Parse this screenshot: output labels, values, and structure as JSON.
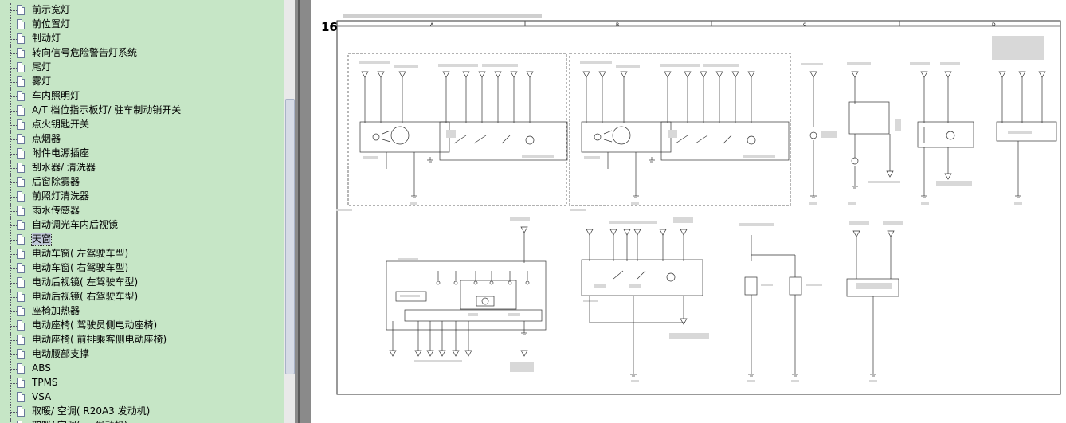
{
  "sidebar": {
    "items": [
      {
        "label": "前示宽灯"
      },
      {
        "label": "前位置灯"
      },
      {
        "label": "制动灯"
      },
      {
        "label": "转向信号危险警告灯系统"
      },
      {
        "label": "尾灯"
      },
      {
        "label": "雾灯"
      },
      {
        "label": "车内照明灯"
      },
      {
        "label": "A/T 档位指示板灯/ 驻车制动销开关"
      },
      {
        "label": "点火钥匙开关"
      },
      {
        "label": "点烟器"
      },
      {
        "label": "附件电源插座"
      },
      {
        "label": "刮水器/ 清洗器"
      },
      {
        "label": "后窗除雾器"
      },
      {
        "label": "前照灯清洗器"
      },
      {
        "label": "雨水传感器"
      },
      {
        "label": "自动调光车内后视镜"
      },
      {
        "label": "天窗",
        "selected": true
      },
      {
        "label": "电动车窗( 左驾驶车型)"
      },
      {
        "label": "电动车窗( 右驾驶车型)"
      },
      {
        "label": "电动后视镜( 左驾驶车型)"
      },
      {
        "label": "电动后视镜( 右驾驶车型)"
      },
      {
        "label": "座椅加热器"
      },
      {
        "label": "电动座椅( 驾驶员侧电动座椅)"
      },
      {
        "label": "电动座椅( 前排乘客侧电动座椅)"
      },
      {
        "label": "电动腰部支撑"
      },
      {
        "label": "ABS"
      },
      {
        "label": "TPMS"
      },
      {
        "label": "VSA"
      },
      {
        "label": "取暖/ 空调( R20A3 发动机)"
      },
      {
        "label": "取暖/ 空调( ... 发动机)"
      }
    ]
  },
  "diagram": {
    "page_number": "16",
    "columns": [
      "A",
      "B",
      "C",
      "D"
    ]
  }
}
